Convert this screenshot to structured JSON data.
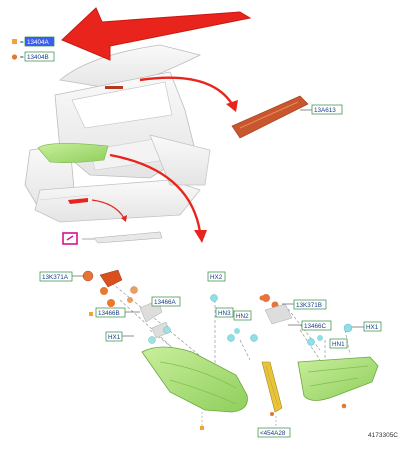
{
  "legend": [
    {
      "symbol": "orange-square",
      "equals": "=",
      "part": "13404A",
      "selected": true
    },
    {
      "symbol": "orange-circle",
      "equals": "=",
      "part": "13404B",
      "selected": false
    }
  ],
  "callouts": {
    "high_mount_lamp": "13A613",
    "bracket_left": "13K371A",
    "bracket_right": "13K371B",
    "seal_left": "13466B",
    "seal_left_upper": "13466A",
    "seal_right": "13466C",
    "nut_hx2": "HX2",
    "nut_hn3": "HN3",
    "nut_hn2": "HN2",
    "nut_hx1_left": "HX1",
    "nut_hx1_right": "HX1",
    "nut_hn1": "HN1",
    "reflector": "<454A28"
  },
  "footer_code": "4173305C",
  "colors": {
    "arrow_red": "#e8241c",
    "label_border": "#2a8a3a",
    "label_text": "#1a3a8a",
    "lamp_green": "#a9dc7a",
    "highlight_blue": "#3a5cf0",
    "part_orange": "#e07a30",
    "clip_cyan": "#5fd0d8",
    "magenta_icon": "#d4148c"
  }
}
